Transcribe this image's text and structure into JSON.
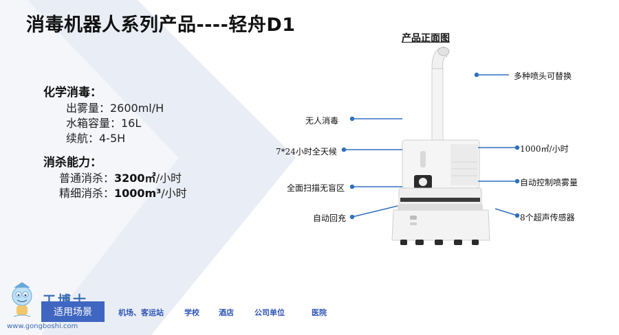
{
  "title": "消毒机器人系列产品----轻舟D1",
  "specs": {
    "chem_heading": "化学消毒：",
    "mist_rate": "出雾量：2600ml/H",
    "tank_capacity": "水箱容量：16L",
    "endurance": "续航：4-5H",
    "kill_heading": "消杀能力：",
    "normal_prefix": "普通消杀：",
    "normal_value": "3200㎡",
    "normal_unit": "/小时",
    "fine_prefix": "精细消杀：",
    "fine_value": "1000m³",
    "fine_unit": "/小时"
  },
  "diagram": {
    "title": "产品正面图",
    "callouts": {
      "nozzle": "多种喷头可替换",
      "unmanned": "无人消毒",
      "around_clock": "7*24小时全天候",
      "area_rate": "1000㎡/小时",
      "full_scan": "全面扫描无盲区",
      "auto_spray": "自动控制喷雾量",
      "auto_charge": "自动回充",
      "sensors": "8个超声传感器"
    }
  },
  "scenes": {
    "label": "适用场景",
    "items": [
      "机场、客运站",
      "学校",
      "酒店",
      "公司单位",
      "医院"
    ]
  },
  "watermark": {
    "logo_text": "工博士",
    "url": "www.gongboshi.com"
  },
  "colors": {
    "accent": "#3f66c1",
    "callout_line": "#2f6fbf",
    "chevron": "#e7ebf4"
  }
}
